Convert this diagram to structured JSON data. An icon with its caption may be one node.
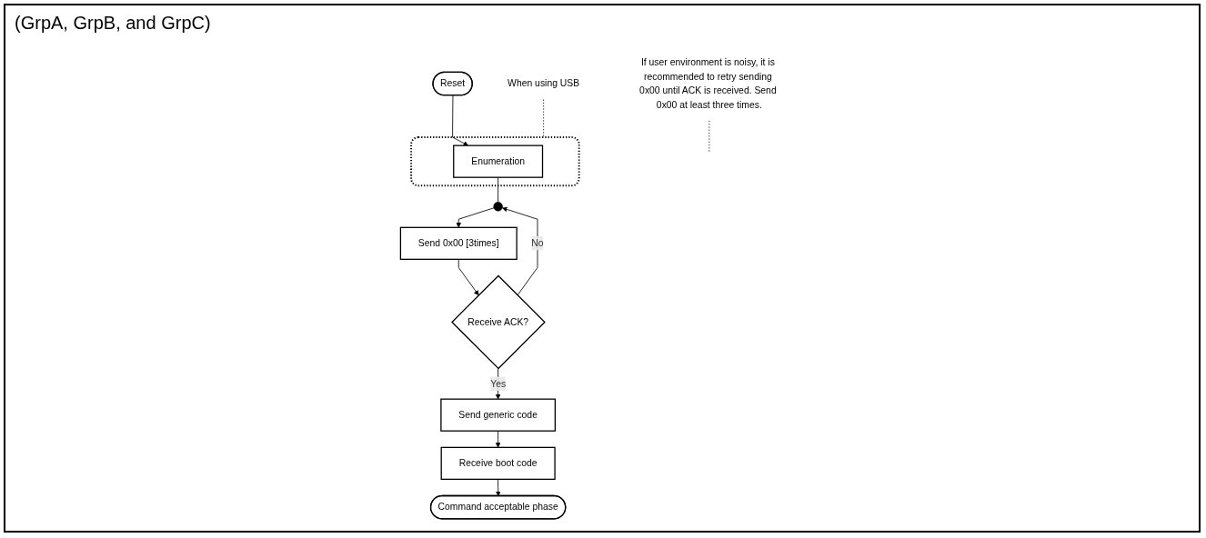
{
  "diagram": {
    "title": "(GrpA, GrpB, and GrpC)",
    "nodes": [
      {
        "text": [
          "Reset"
        ]
      },
      {
        "text": [],
        "shape": "box"
      },
      {
        "text": [
          "Enumeration"
        ],
        "in": 1
      },
      {
        "text": [
          "When using USB"
        ]
      },
      {
        "text": [],
        "shape": "circle"
      },
      {
        "text": [
          "If user environment is noisy, it is recommended to retry sending 0x00 until ACK is received. Send 0x00 at least three times."
        ]
      },
      {
        "text": [
          "Send 0x00 [3times]"
        ]
      },
      {
        "text": [
          "Receive ACK?"
        ]
      },
      {
        "text": [
          "Send generic code"
        ]
      },
      {
        "text": [
          "Receive boot code"
        ]
      },
      {
        "text": [
          "Command acceptable phase"
        ]
      }
    ],
    "edges": [
      {
        "from": 0,
        "to": 2,
        "arrow": "to"
      },
      {
        "from": 3,
        "to": 1,
        "arrow": "none",
        "style": "dashed"
      },
      {
        "from": 2,
        "to": 4,
        "arrow": "none"
      },
      {
        "from": 4,
        "to": 6,
        "arrow": "to"
      },
      {
        "from": 5,
        "to": null,
        "arrow": "none",
        "style": "dashed"
      },
      {
        "from": 6,
        "to": 7,
        "arrow": "to"
      },
      {
        "from": 7,
        "to": 4,
        "arrow": "to",
        "label": "No"
      },
      {
        "from": 7,
        "to": 8,
        "arrow": "to",
        "label": "Yes"
      },
      {
        "from": 8,
        "to": 9,
        "arrow": "to"
      },
      {
        "from": 9,
        "to": 10,
        "arrow": "to"
      }
    ]
  }
}
